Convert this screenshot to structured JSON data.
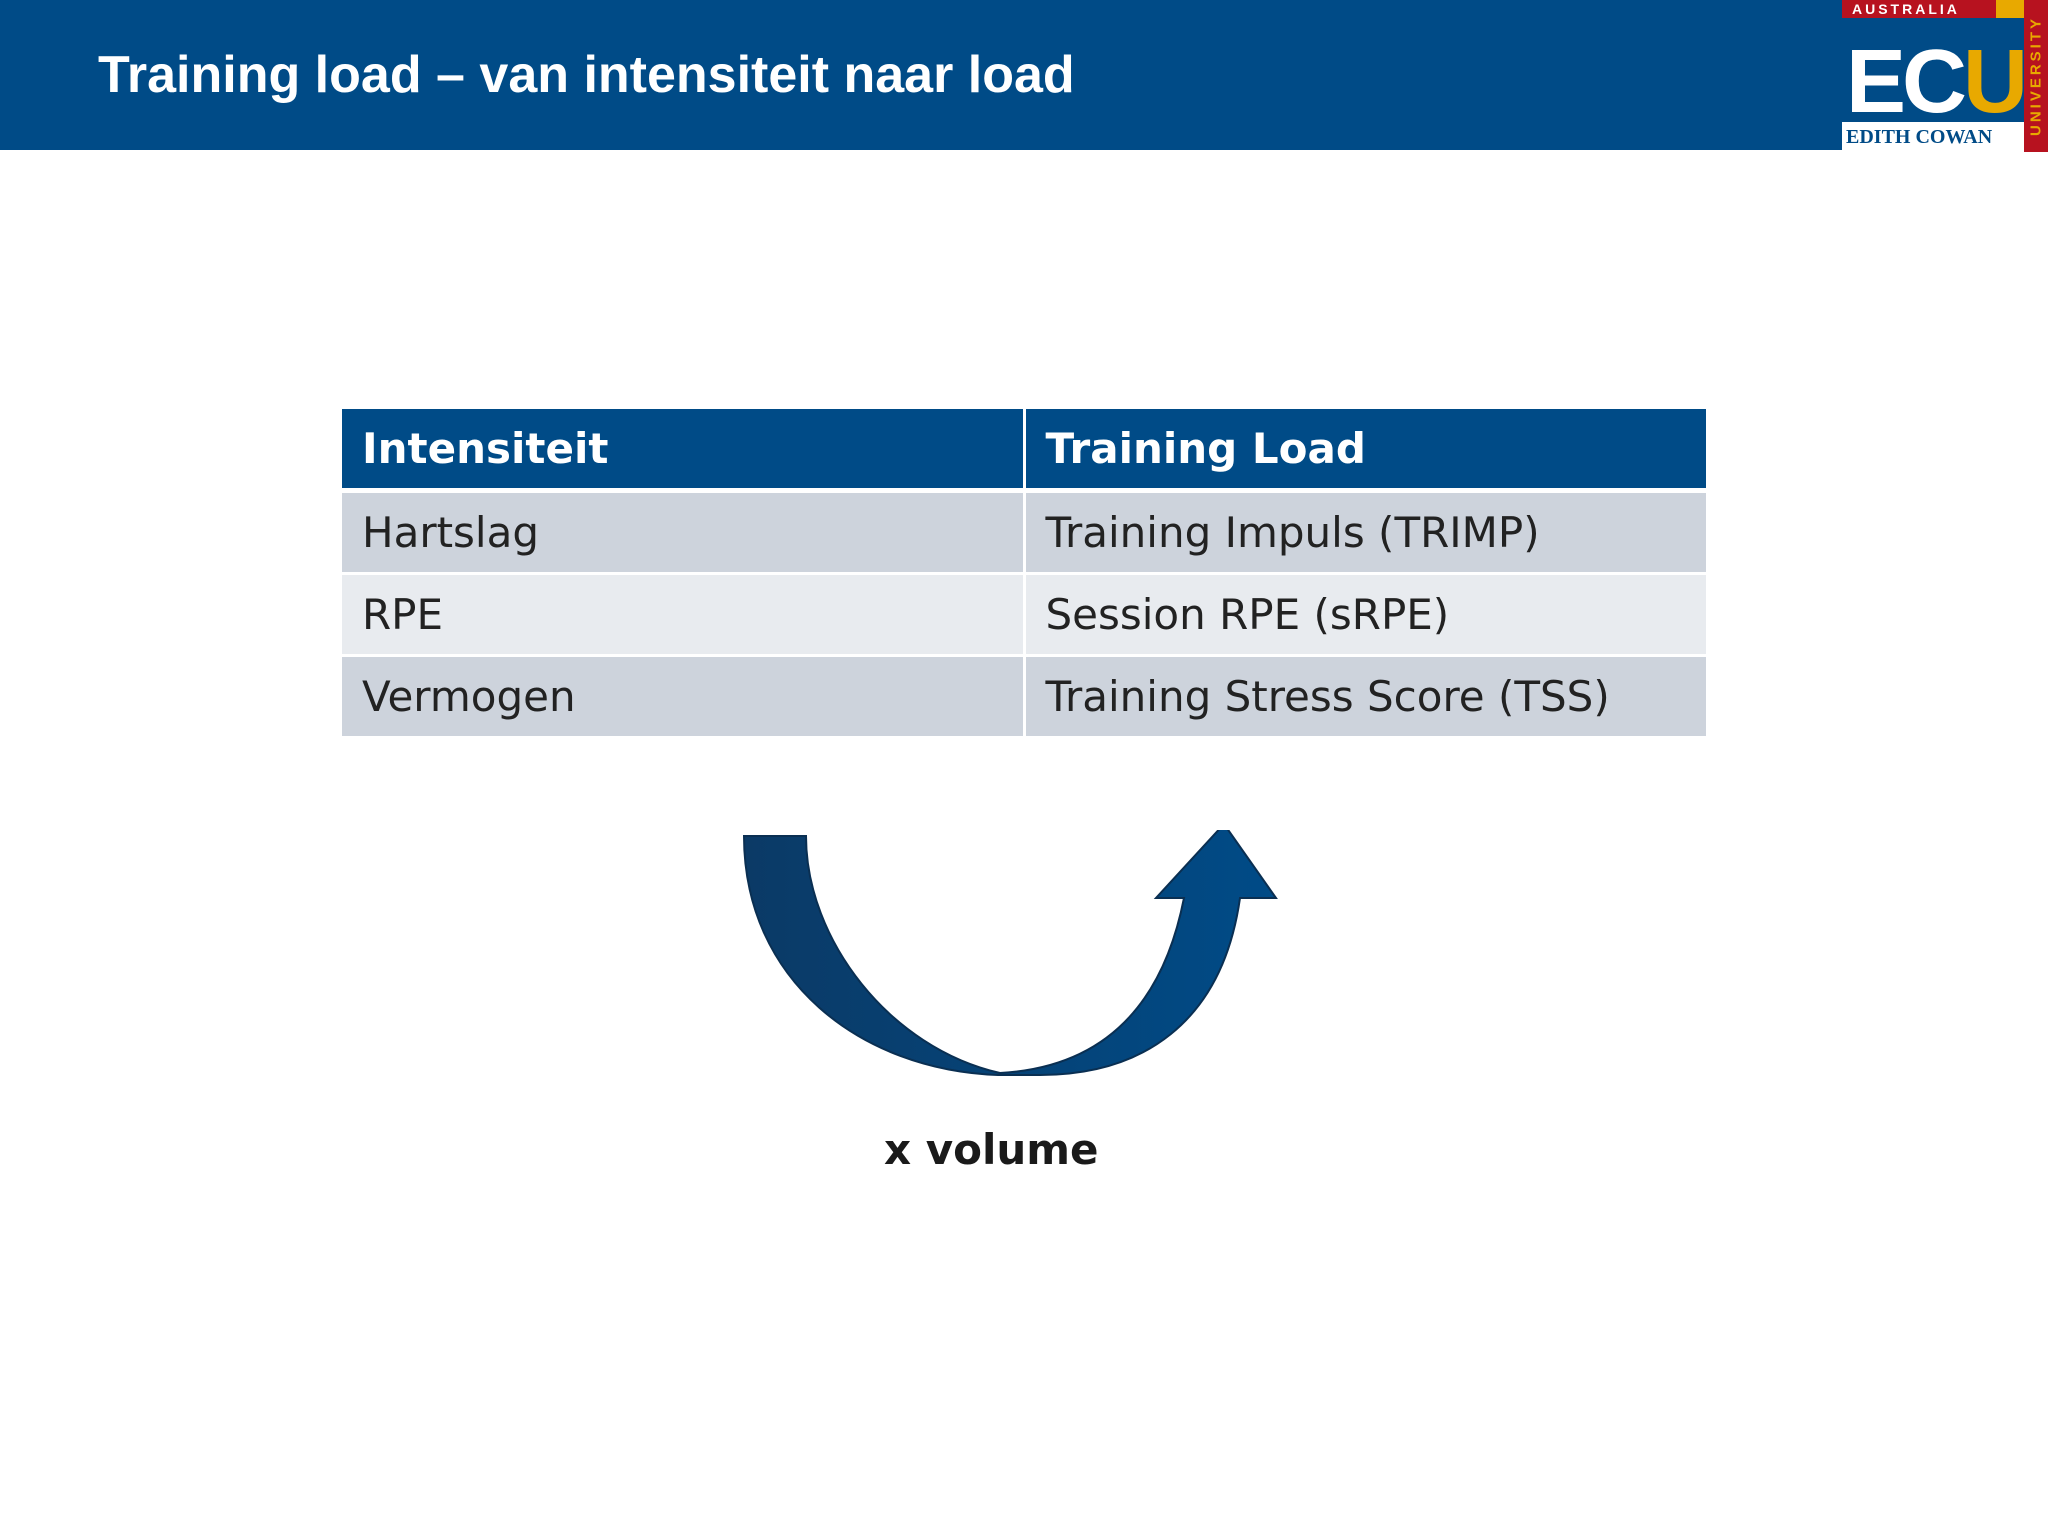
{
  "slide": {
    "title": "Training load – van intensiteit naar load"
  },
  "logo": {
    "top_text": "AUSTRALIA",
    "letters_ec": "EC",
    "letter_u": "U",
    "bottom_text": "EDITH COWAN",
    "side_text": "UNIVERSITY",
    "colors": {
      "navy": "#004b87",
      "red": "#b7121f",
      "gold": "#e8a900"
    }
  },
  "table": {
    "headers": [
      "Intensiteit",
      "Training Load"
    ],
    "rows": [
      [
        "Hartslag",
        "Training Impuls (TRIMP)"
      ],
      [
        "RPE",
        "Session RPE (sRPE)"
      ],
      [
        "Vermogen",
        "Training Stress Score (TSS)"
      ]
    ]
  },
  "arrow": {
    "label": "x volume",
    "icon": "curved-up-arrow-icon"
  },
  "colors": {
    "header_bg": "#004b87",
    "row_odd": "#cdd3dc",
    "row_even": "#e8ebef"
  }
}
